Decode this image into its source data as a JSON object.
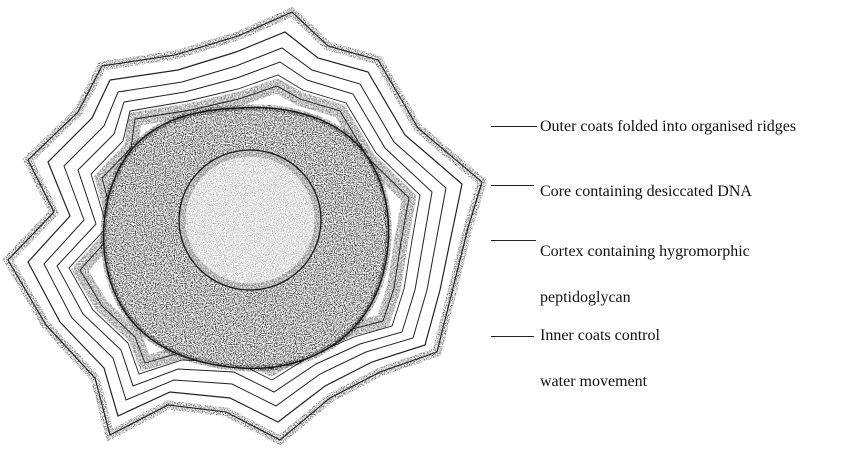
{
  "labels": {
    "outer_coats": "Outer coats folded into organised ridges",
    "core": "Core containing desiccated DNA",
    "cortex_line1": "Cortex containing hygromorphic",
    "cortex_line2": "peptidoglycan",
    "inner_coats_line1": "Inner coats control",
    "inner_coats_line2": "water movement"
  },
  "colors": {
    "ink": "#222222",
    "background": "#ffffff"
  }
}
